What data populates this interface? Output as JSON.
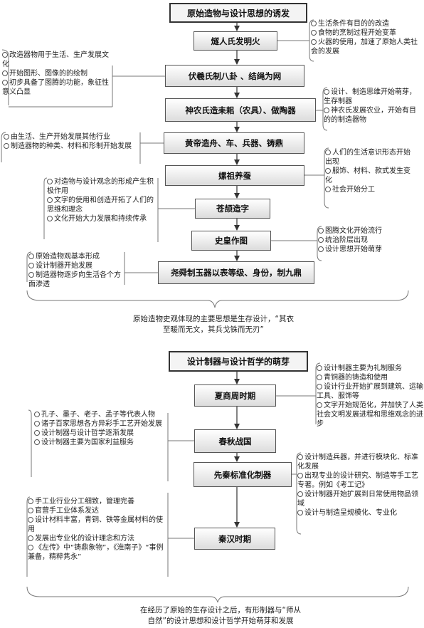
{
  "section1": {
    "header": "原始造物与设计思想的诱发",
    "steps": [
      "燧人氏发明火",
      "伏羲氏制八卦 、结绳为网",
      "神农氏造耒耜（农具）、做陶器",
      "黄帝造舟、车、兵器、铸鼎",
      "嫘祖养蚕",
      "苍颉造字",
      "史皇作图",
      "尧舜制玉器以表等级、身份，制九鼎"
    ],
    "notes": [
      [
        "生活条件有目的的改造",
        "食物的烹制过程开始变革",
        "火器的使用，加速了原始人类社会的发展"
      ],
      [
        "改造器物用于生活、生产发展文化",
        "开始图形、图像的的绘制",
        "初步具备了图腾的功能，象征性意义凸显"
      ],
      [
        "设计、制造思维开始萌芽，生存制器",
        "神农氏发展农业，开始有目的的制造器物"
      ],
      [
        "由生活、生产开始发展其他行业",
        "制造器物的种类、材料和形制开始发展"
      ],
      [
        "人们的生活意识形态开始出现",
        "服饰、材料、款式发生变化",
        "社会开始分工"
      ],
      [
        "对造物与设计观念的形成产生积极作用",
        "文字的使用和创造开拓了人们的思维和理念",
        "文化开始大力发展和持续传承"
      ],
      [
        "图腾文化开始流行",
        "统治阶层出现",
        "设计思想开始萌芽"
      ],
      [
        "原始造物观基本形成",
        "设计制器开始发展",
        "制造器物逐步向生活各个方面渗透"
      ]
    ],
    "summary": [
      "原始造物史观体现的主要思想是生存设计，“其衣",
      "至暖而无文，其兵戈铢而无刃”"
    ]
  },
  "section2": {
    "header": "设计制器与设计哲学的萌芽",
    "steps": [
      "夏商周时期",
      "春秋战国",
      "先秦标准化制器",
      "秦汉时期"
    ],
    "notes": [
      [
        "设计制器主要为礼制服务",
        "青铜器的铸造和使用",
        "设计行业开始扩展到建筑、运输工具、服饰等",
        "文字开始规范化，并加快了人类社会文明发展进程和思维观念的进步"
      ],
      [
        "孔子、墨子、老子、孟子等代表人物",
        "诸子百家思想各方异彩手工艺开始发展",
        "设计制器与设计哲学逐渐发展",
        "设计制器主要为国家利益服务"
      ],
      [
        "设计制造兵器，并进行模块化、标准化发展",
        "出现专业的设计研究、制造等手工艺专著。例如《考工记》",
        "设计制器开始扩展到日常使用物品领域",
        "设计与制造呈规模化、专业化"
      ],
      [
        "手工业行业分工细致，管理完善",
        "官营手工业体系发达",
        "设计材料丰富，青铜、铁等金属材料的使用",
        "发展出专业化的设计理念和方法",
        "《左传》中“铸鼎象物”，《淮南子》“事例兼备，精粹隽永”"
      ]
    ],
    "summary": [
      "在经历了原始的生存设计之后，有形制器与“师从",
      "自然”的设计思想和设计哲学开始萌芽和发展"
    ]
  }
}
